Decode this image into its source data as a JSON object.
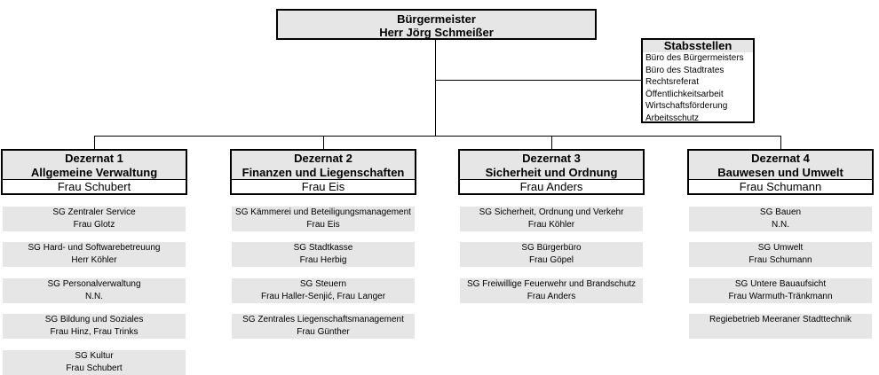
{
  "mayor": {
    "title": "Bürgermeister",
    "name": "Herr Jörg Schmeißer"
  },
  "staff": {
    "title": "Stabsstellen",
    "items": [
      "Büro des Bürgermeisters",
      "Büro des Stadtrates",
      "Rechtsreferat",
      "Öffentlichkeitsarbeit",
      "Wirtschaftsförderung",
      "Arbeitsschutz"
    ]
  },
  "departments": [
    {
      "title": "Dezernat 1",
      "subtitle": "Allgemeine Verwaltung",
      "head": "Frau Schubert",
      "units": [
        {
          "name": "SG Zentraler Service",
          "person": "Frau Glotz"
        },
        {
          "name": "SG Hard- und Softwarebetreuung",
          "person": "Herr Köhler"
        },
        {
          "name": "SG Personalverwaltung",
          "person": "N.N."
        },
        {
          "name": "SG Bildung und Soziales",
          "person": "Frau Hinz, Frau Trinks"
        },
        {
          "name": "SG Kultur",
          "person": "Frau Schubert"
        }
      ]
    },
    {
      "title": "Dezernat 2",
      "subtitle": "Finanzen und Liegenschaften",
      "head": "Frau Eis",
      "units": [
        {
          "name": "SG Kämmerei und Beteiligungsmanagement",
          "person": "Frau Eis"
        },
        {
          "name": "SG Stadtkasse",
          "person": "Frau Herbig"
        },
        {
          "name": "SG Steuern",
          "person": "Frau Haller-Senjić, Frau Langer"
        },
        {
          "name": "SG Zentrales Liegenschaftsmanagement",
          "person": "Frau Günther"
        }
      ]
    },
    {
      "title": "Dezernat 3",
      "subtitle": "Sicherheit und Ordnung",
      "head": "Frau Anders",
      "units": [
        {
          "name": "SG Sicherheit, Ordnung und Verkehr",
          "person": "Frau Köhler"
        },
        {
          "name": "SG Bürgerbüro",
          "person": "Frau Göpel"
        },
        {
          "name": "SG Freiwillige Feuerwehr und Brandschutz",
          "person": "Frau Anders"
        }
      ]
    },
    {
      "title": "Dezernat 4",
      "subtitle": "Bauwesen und Umwelt",
      "head": "Frau Schumann",
      "units": [
        {
          "name": "SG Bauen",
          "person": "N.N."
        },
        {
          "name": "SG Umwelt",
          "person": "Frau Schumann"
        },
        {
          "name": "SG Untere Bauaufsicht",
          "person": "Frau Warmuth-Tränkmann"
        },
        {
          "name": "Regiebetrieb Meeraner Stadttechnik",
          "person": ""
        }
      ]
    }
  ]
}
